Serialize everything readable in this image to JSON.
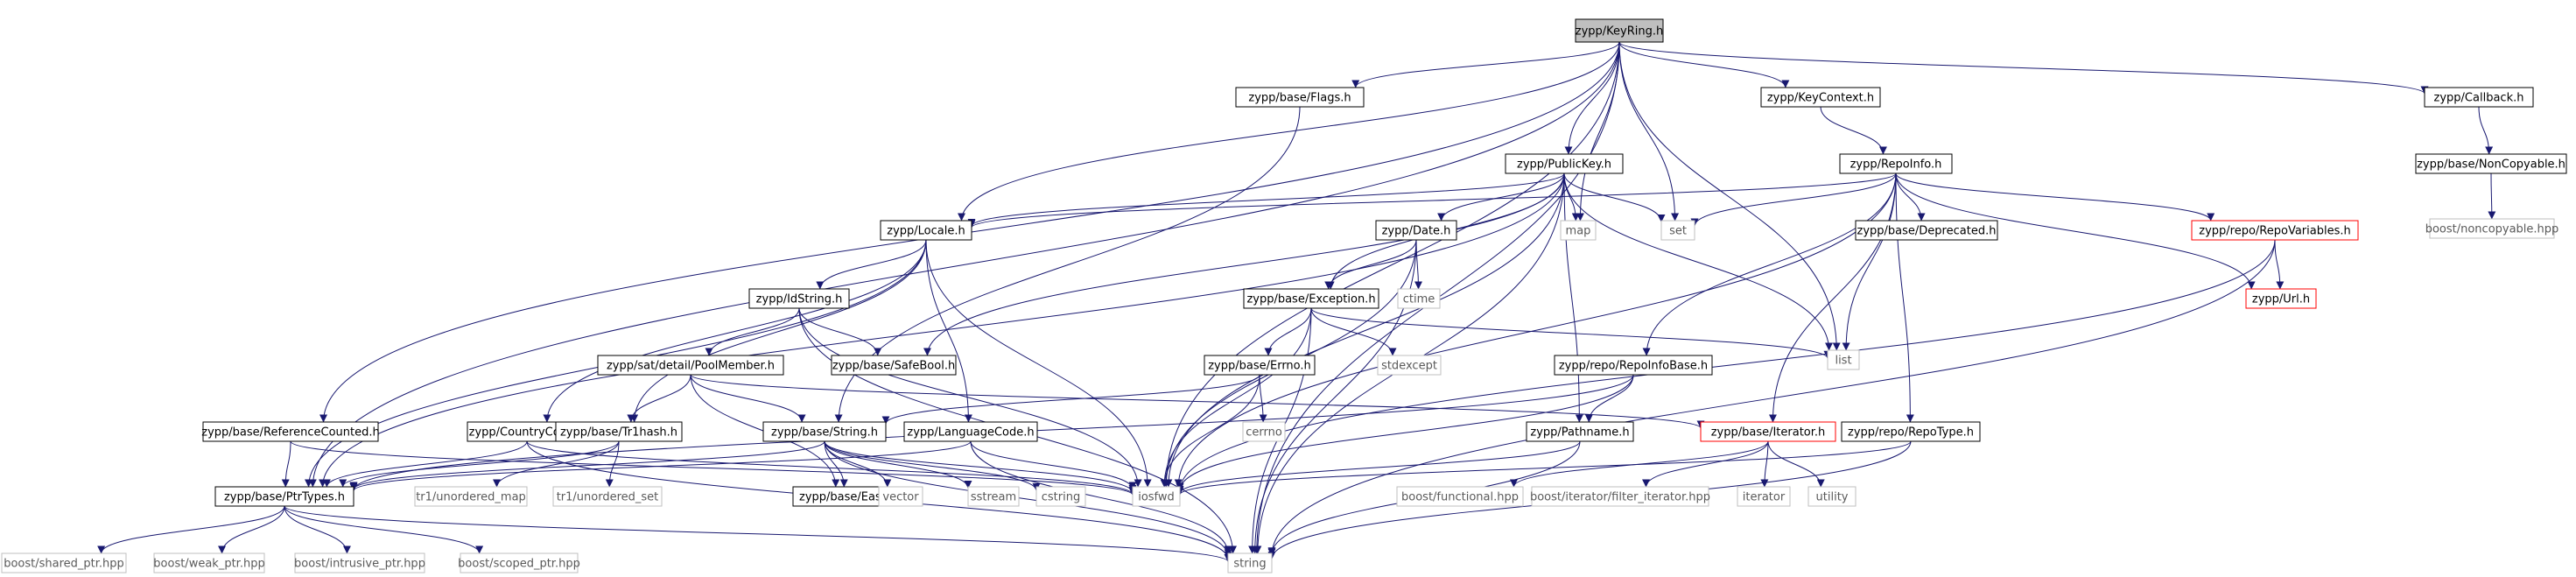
{
  "colors": {
    "edge": "#191970",
    "root_fill": "#bfbfbf",
    "node_border": "#000000",
    "external_border": "#bfbfbf",
    "external_text": "#5a5a5a",
    "truncated_border": "#ff0000",
    "node_fill": "#ffffff"
  },
  "nodes": {
    "keyring": {
      "label": "zypp/KeyRing.h",
      "kind": "root"
    },
    "flags": {
      "label": "zypp/base/Flags.h",
      "kind": "normal"
    },
    "keycontext": {
      "label": "zypp/KeyContext.h",
      "kind": "normal"
    },
    "callback": {
      "label": "zypp/Callback.h",
      "kind": "normal"
    },
    "publickey": {
      "label": "zypp/PublicKey.h",
      "kind": "normal"
    },
    "repoinfo": {
      "label": "zypp/RepoInfo.h",
      "kind": "normal"
    },
    "noncopyable": {
      "label": "zypp/base/NonCopyable.h",
      "kind": "normal"
    },
    "boostnoncopyable": {
      "label": "boost/noncopyable.hpp",
      "kind": "external"
    },
    "locale": {
      "label": "zypp/Locale.h",
      "kind": "normal"
    },
    "date": {
      "label": "zypp/Date.h",
      "kind": "normal"
    },
    "map": {
      "label": "map",
      "kind": "external"
    },
    "set": {
      "label": "set",
      "kind": "external"
    },
    "deprecated": {
      "label": "zypp/base/Deprecated.h",
      "kind": "normal"
    },
    "repovariables": {
      "label": "zypp/repo/RepoVariables.h",
      "kind": "truncated"
    },
    "url": {
      "label": "zypp/Url.h",
      "kind": "truncated"
    },
    "ctime": {
      "label": "ctime",
      "kind": "external"
    },
    "idstring": {
      "label": "zypp/IdString.h",
      "kind": "normal"
    },
    "exception": {
      "label": "zypp/base/Exception.h",
      "kind": "normal"
    },
    "list": {
      "label": "list",
      "kind": "external"
    },
    "safebool": {
      "label": "zypp/base/SafeBool.h",
      "kind": "normal"
    },
    "stdexcept": {
      "label": "stdexcept",
      "kind": "external"
    },
    "poolmember": {
      "label": "zypp/sat/detail/PoolMember.h",
      "kind": "normal"
    },
    "errno": {
      "label": "zypp/base/Errno.h",
      "kind": "normal"
    },
    "repoinfobase": {
      "label": "zypp/repo/RepoInfoBase.h",
      "kind": "normal"
    },
    "cerrno": {
      "label": "cerrno",
      "kind": "external"
    },
    "refcounted": {
      "label": "zypp/base/ReferenceCounted.h",
      "kind": "normal"
    },
    "countrycode": {
      "label": "zypp/CountryCode.h",
      "kind": "normal"
    },
    "tr1hash": {
      "label": "zypp/base/Tr1hash.h",
      "kind": "normal"
    },
    "string_h": {
      "label": "zypp/base/String.h",
      "kind": "normal"
    },
    "languagecode": {
      "label": "zypp/LanguageCode.h",
      "kind": "normal"
    },
    "pathname": {
      "label": "zypp/Pathname.h",
      "kind": "normal"
    },
    "iterator_h": {
      "label": "zypp/base/Iterator.h",
      "kind": "truncated"
    },
    "repotype": {
      "label": "zypp/repo/RepoType.h",
      "kind": "normal"
    },
    "ptrtypes": {
      "label": "zypp/base/PtrTypes.h",
      "kind": "normal"
    },
    "tr1umap": {
      "label": "tr1/unordered_map",
      "kind": "external"
    },
    "tr1uset": {
      "label": "tr1/unordered_set",
      "kind": "external"
    },
    "easy": {
      "label": "zypp/base/Easy.h",
      "kind": "normal"
    },
    "vector": {
      "label": "vector",
      "kind": "external"
    },
    "sstream": {
      "label": "sstream",
      "kind": "external"
    },
    "cstring": {
      "label": "cstring",
      "kind": "external"
    },
    "iosfwd": {
      "label": "iosfwd",
      "kind": "external"
    },
    "boostfunctional": {
      "label": "boost/functional.hpp",
      "kind": "external"
    },
    "boostfilter": {
      "label": "boost/iterator/filter_iterator.hpp",
      "kind": "external"
    },
    "iterator": {
      "label": "iterator",
      "kind": "external"
    },
    "utility": {
      "label": "utility",
      "kind": "external"
    },
    "sharedptr": {
      "label": "boost/shared_ptr.hpp",
      "kind": "external"
    },
    "weakptr": {
      "label": "boost/weak_ptr.hpp",
      "kind": "external"
    },
    "intrusiveptr": {
      "label": "boost/intrusive_ptr.hpp",
      "kind": "external"
    },
    "scopedptr": {
      "label": "boost/scoped_ptr.hpp",
      "kind": "external"
    },
    "string": {
      "label": "string",
      "kind": "external"
    }
  },
  "edges": [
    [
      "keyring",
      "flags"
    ],
    [
      "keyring",
      "keycontext"
    ],
    [
      "keyring",
      "callback"
    ],
    [
      "keyring",
      "publickey"
    ],
    [
      "keyring",
      "locale"
    ],
    [
      "keyring",
      "refcounted"
    ],
    [
      "keyring",
      "ptrtypes"
    ],
    [
      "keyring",
      "map"
    ],
    [
      "keyring",
      "set"
    ],
    [
      "keyring",
      "iosfwd"
    ],
    [
      "keyring",
      "string"
    ],
    [
      "keyring",
      "list"
    ],
    [
      "flags",
      "string_h"
    ],
    [
      "keycontext",
      "repoinfo"
    ],
    [
      "callback",
      "noncopyable"
    ],
    [
      "noncopyable",
      "boostnoncopyable"
    ],
    [
      "publickey",
      "locale"
    ],
    [
      "publickey",
      "date"
    ],
    [
      "publickey",
      "exception"
    ],
    [
      "publickey",
      "safebool"
    ],
    [
      "publickey",
      "map"
    ],
    [
      "publickey",
      "set"
    ],
    [
      "publickey",
      "list"
    ],
    [
      "publickey",
      "pathname"
    ],
    [
      "publickey",
      "ptrtypes"
    ],
    [
      "publickey",
      "iosfwd"
    ],
    [
      "publickey",
      "string"
    ],
    [
      "repoinfo",
      "deprecated"
    ],
    [
      "repoinfo",
      "repovariables"
    ],
    [
      "repoinfo",
      "url"
    ],
    [
      "repoinfo",
      "set"
    ],
    [
      "repoinfo",
      "list"
    ],
    [
      "repoinfo",
      "repoinfobase"
    ],
    [
      "repoinfo",
      "iterator_h"
    ],
    [
      "repoinfo",
      "repotype"
    ],
    [
      "repoinfo",
      "locale"
    ],
    [
      "repoinfo",
      "iosfwd"
    ],
    [
      "repovariables",
      "url"
    ],
    [
      "repovariables",
      "string"
    ],
    [
      "repovariables",
      "iosfwd"
    ],
    [
      "locale",
      "idstring"
    ],
    [
      "locale",
      "countrycode"
    ],
    [
      "locale",
      "languagecode"
    ],
    [
      "locale",
      "tr1hash"
    ],
    [
      "locale",
      "iosfwd"
    ],
    [
      "locale",
      "ptrtypes"
    ],
    [
      "date",
      "ctime"
    ],
    [
      "date",
      "exception"
    ],
    [
      "date",
      "iosfwd"
    ],
    [
      "date",
      "string"
    ],
    [
      "idstring",
      "safebool"
    ],
    [
      "idstring",
      "poolmember"
    ],
    [
      "idstring",
      "iosfwd"
    ],
    [
      "idstring",
      "string"
    ],
    [
      "exception",
      "errno"
    ],
    [
      "exception",
      "stdexcept"
    ],
    [
      "exception",
      "list"
    ],
    [
      "exception",
      "iosfwd"
    ],
    [
      "exception",
      "string"
    ],
    [
      "poolmember",
      "tr1hash"
    ],
    [
      "poolmember",
      "iterator_h"
    ],
    [
      "poolmember",
      "string_h"
    ],
    [
      "poolmember",
      "easy"
    ],
    [
      "errno",
      "cerrno"
    ],
    [
      "errno",
      "string_h"
    ],
    [
      "errno",
      "iosfwd"
    ],
    [
      "repoinfobase",
      "ptrtypes"
    ],
    [
      "repoinfobase",
      "pathname"
    ],
    [
      "repoinfobase",
      "iosfwd"
    ],
    [
      "refcounted",
      "ptrtypes"
    ],
    [
      "refcounted",
      "iosfwd"
    ],
    [
      "countrycode",
      "ptrtypes"
    ],
    [
      "countrycode",
      "iosfwd"
    ],
    [
      "countrycode",
      "string"
    ],
    [
      "tr1hash",
      "tr1umap"
    ],
    [
      "tr1hash",
      "tr1uset"
    ],
    [
      "tr1hash",
      "ptrtypes"
    ],
    [
      "string_h",
      "easy"
    ],
    [
      "string_h",
      "vector"
    ],
    [
      "string_h",
      "sstream"
    ],
    [
      "string_h",
      "cstring"
    ],
    [
      "string_h",
      "iosfwd"
    ],
    [
      "string_h",
      "string"
    ],
    [
      "string_h",
      "ptrtypes"
    ],
    [
      "languagecode",
      "ptrtypes"
    ],
    [
      "languagecode",
      "iosfwd"
    ],
    [
      "languagecode",
      "string"
    ],
    [
      "pathname",
      "iosfwd"
    ],
    [
      "pathname",
      "string"
    ],
    [
      "iterator_h",
      "boostfunctional"
    ],
    [
      "iterator_h",
      "boostfilter"
    ],
    [
      "iterator_h",
      "iterator"
    ],
    [
      "iterator_h",
      "utility"
    ],
    [
      "repotype",
      "iosfwd"
    ],
    [
      "repotype",
      "string"
    ],
    [
      "ptrtypes",
      "sharedptr"
    ],
    [
      "ptrtypes",
      "weakptr"
    ],
    [
      "ptrtypes",
      "intrusiveptr"
    ],
    [
      "ptrtypes",
      "scopedptr"
    ],
    [
      "ptrtypes",
      "string"
    ]
  ]
}
